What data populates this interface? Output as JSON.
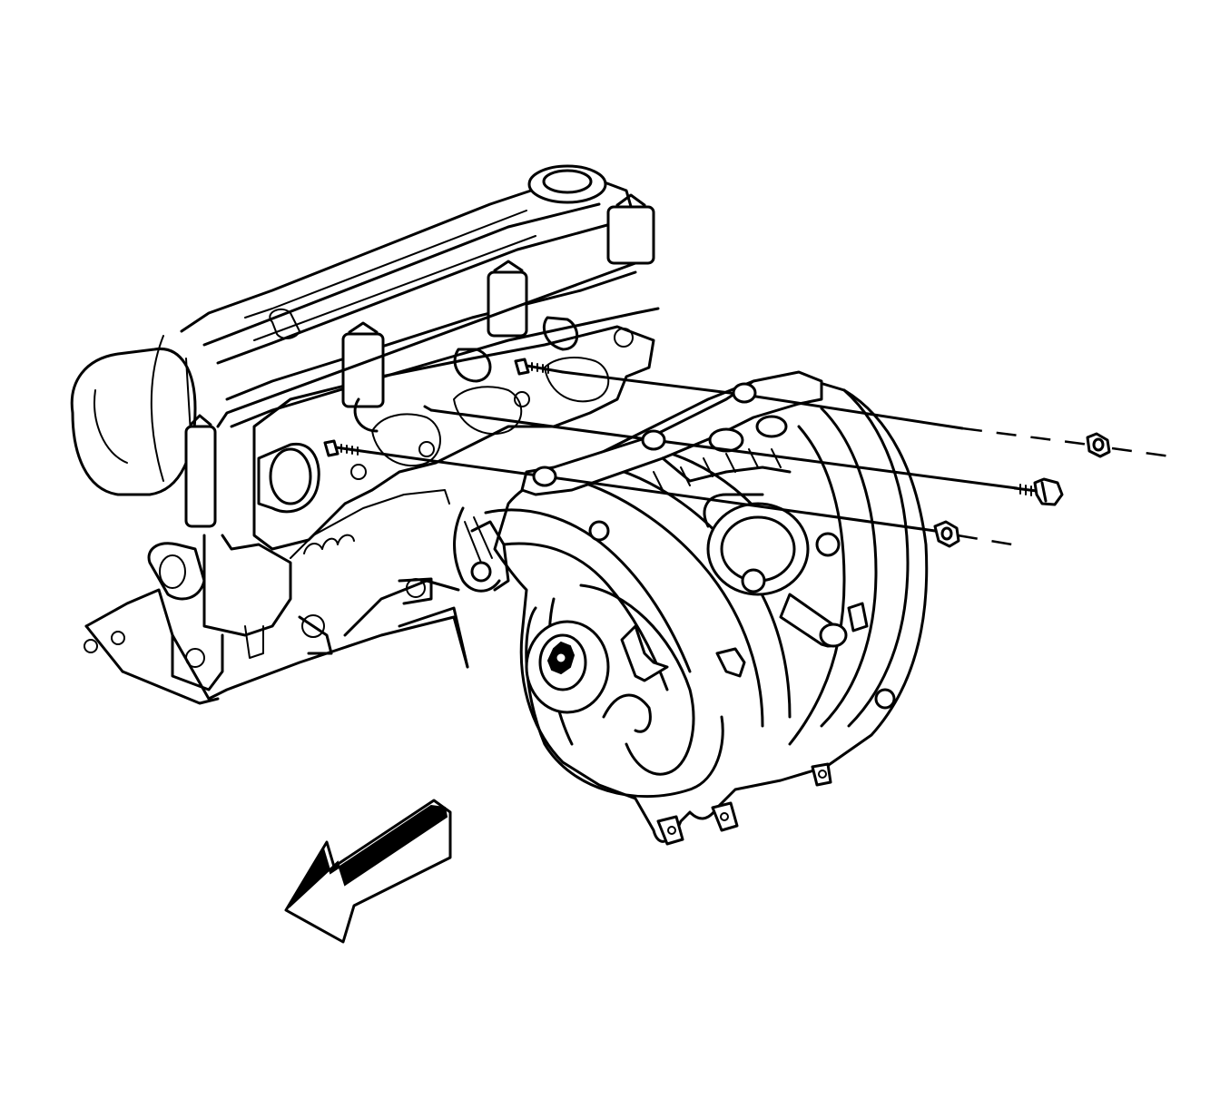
{
  "figure": {
    "kind": "exploded-view line drawing",
    "subject_icon": "engine-intake-manifold-icon",
    "colors": {
      "stroke": "#000000",
      "background": "#ffffff"
    }
  },
  "fasteners": [
    {
      "id": "stud-upper",
      "kind": "stud",
      "icon": "stud-icon"
    },
    {
      "id": "stud-middle",
      "kind": "stud",
      "icon": "stud-icon"
    },
    {
      "id": "stud-lower",
      "kind": "stud",
      "icon": "stud-icon"
    },
    {
      "id": "nut-upper",
      "kind": "nut",
      "icon": "nut-icon"
    },
    {
      "id": "bolt-middle",
      "kind": "bolt",
      "icon": "bolt-icon"
    },
    {
      "id": "nut-lower",
      "kind": "nut",
      "icon": "nut-icon"
    }
  ],
  "direction_arrow": {
    "icon": "front-direction-arrow-icon",
    "points": "lower-left"
  }
}
